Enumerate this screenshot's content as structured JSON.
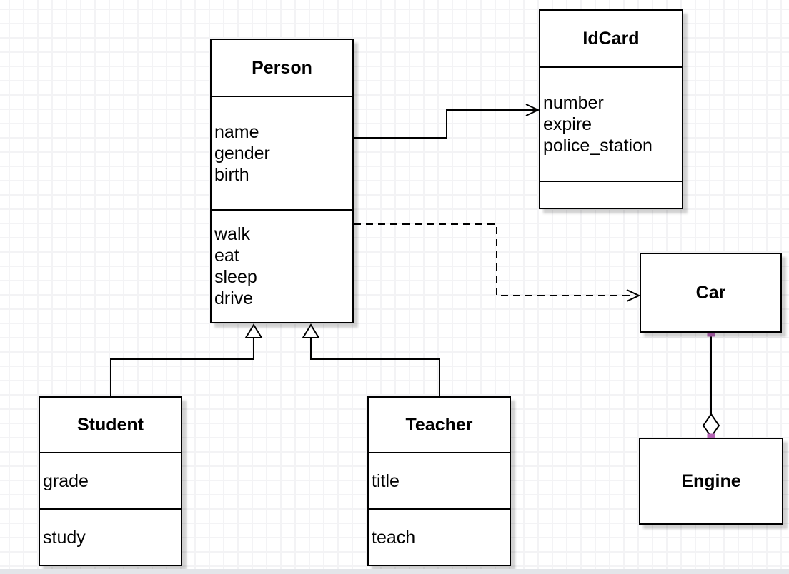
{
  "diagram_type": "uml-class-diagram",
  "classes": {
    "person": {
      "name": "Person",
      "attributes": [
        "name",
        "gender",
        "birth"
      ],
      "methods": [
        "walk",
        "eat",
        "sleep",
        "drive"
      ]
    },
    "idcard": {
      "name": "IdCard",
      "attributes": [
        "number",
        "expire",
        "police_station"
      ],
      "methods": []
    },
    "car": {
      "name": "Car",
      "attributes": [],
      "methods": []
    },
    "engine": {
      "name": "Engine",
      "attributes": [],
      "methods": []
    },
    "student": {
      "name": "Student",
      "attributes": [
        "grade"
      ],
      "methods": [
        "study"
      ]
    },
    "teacher": {
      "name": "Teacher",
      "attributes": [
        "title"
      ],
      "methods": [
        "teach"
      ]
    }
  },
  "relationships": [
    {
      "type": "association",
      "from": "Person",
      "to": "IdCard",
      "line": "solid",
      "arrow": "open"
    },
    {
      "type": "dependency",
      "from": "Person",
      "to": "Car",
      "line": "dashed",
      "arrow": "open"
    },
    {
      "type": "generalization",
      "from": "Student",
      "to": "Person",
      "line": "solid",
      "arrow": "hollow-triangle"
    },
    {
      "type": "generalization",
      "from": "Teacher",
      "to": "Person",
      "line": "solid",
      "arrow": "hollow-triangle"
    },
    {
      "type": "aggregation",
      "from": "Car",
      "to": "Engine",
      "line": "solid",
      "arrow": "hollow-diamond"
    }
  ],
  "colors": {
    "shape_border": "#000000",
    "shape_fill": "#ffffff",
    "connection_point": "#b464b4",
    "grid_line": "#f3f3f5",
    "page_edge": "#e3e5e9"
  }
}
